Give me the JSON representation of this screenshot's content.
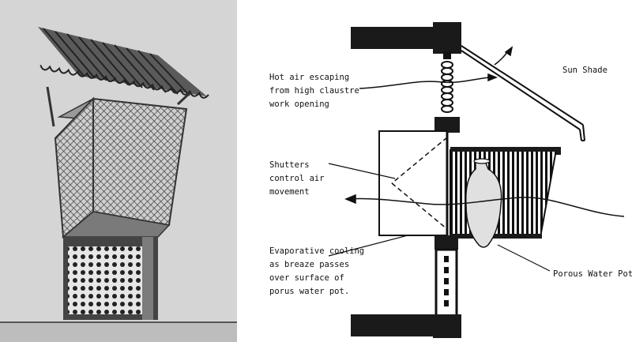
{
  "photo": {
    "alt": "Photograph of a mashrabiya balcony window with lattice screen and slatted sun shade"
  },
  "diagram": {
    "labels": {
      "hot_air": [
        "Hot air escaping",
        "from high claustre",
        "work opening"
      ],
      "sun_shade": "Sun Shade",
      "shutters": [
        "Shutters",
        "control air",
        "movement"
      ],
      "evaporative": [
        "Evaporative cooling",
        "as breaze passes",
        "over surface of",
        "porus water pot."
      ],
      "water_pot": "Porous Water Pot"
    },
    "colors": {
      "ink": "#111111",
      "wall": "#1a1a1a",
      "paper": "#ffffff",
      "photo_bg": "#d9d9d9"
    }
  }
}
